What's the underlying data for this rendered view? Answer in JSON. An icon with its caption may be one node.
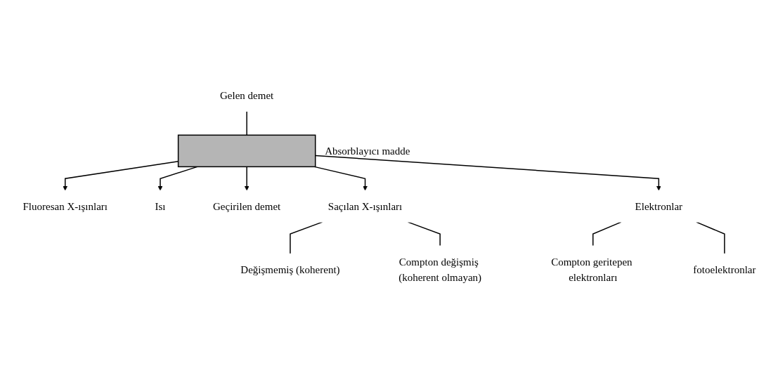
{
  "diagram": {
    "nodes": [
      {
        "text": [
          "Gelen demet"
        ]
      },
      {
        "text": [],
        "shape": "bar",
        "beside": [
          "Absorblayıcı madde"
        ]
      },
      {
        "text": [
          "Fluoresan X-ışınları"
        ]
      },
      {
        "text": [
          "Isı"
        ]
      },
      {
        "text": [
          "Geçirilen demet"
        ]
      },
      {
        "text": [
          "Saçılan X-ışınları"
        ]
      },
      {
        "text": [
          "Elektronlar"
        ]
      },
      {
        "text": [
          "Değişmemiş (koherent)"
        ]
      },
      {
        "text": [
          "Compton değişmiş (koherent olmayan)"
        ]
      },
      {
        "text": [
          "Compton geritepen elektronları"
        ]
      },
      {
        "text": [
          "fotoelektronlar"
        ]
      }
    ],
    "edges": [
      {
        "from": 0,
        "to": 1,
        "arrow": "none"
      },
      {
        "from": 1,
        "to": 2,
        "arrow": "to"
      },
      {
        "from": 1,
        "to": 3,
        "arrow": "to"
      },
      {
        "from": 1,
        "to": 4,
        "arrow": "to"
      },
      {
        "from": 1,
        "to": 5,
        "arrow": "to"
      },
      {
        "from": 1,
        "to": 6,
        "arrow": "to"
      },
      {
        "from": 5,
        "to": 7,
        "arrow": "none"
      },
      {
        "from": 5,
        "to": 8,
        "arrow": "none"
      },
      {
        "from": 6,
        "to": 9,
        "arrow": "none"
      },
      {
        "from": 6,
        "to": 10,
        "arrow": "none"
      }
    ]
  }
}
